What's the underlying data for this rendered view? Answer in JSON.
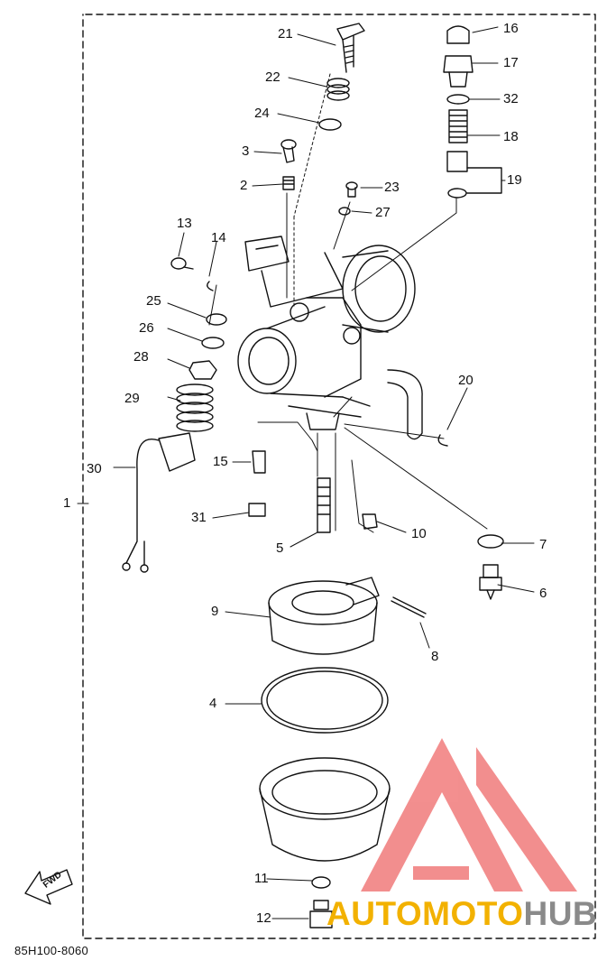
{
  "diagram": {
    "part_numbers": {
      "p1": "1",
      "p2": "2",
      "p3": "3",
      "p4": "4",
      "p5": "5",
      "p6": "6",
      "p7": "7",
      "p8": "8",
      "p9": "9",
      "p10": "10",
      "p11": "11",
      "p12": "12",
      "p13": "13",
      "p14": "14",
      "p15": "15",
      "p16": "16",
      "p17": "17",
      "p18": "18",
      "p19": "19",
      "p20": "20",
      "p21": "21",
      "p22": "22",
      "p23": "23",
      "p24": "24",
      "p25": "25",
      "p26": "26",
      "p27": "27",
      "p28": "28",
      "p29": "29",
      "p30": "30",
      "p31": "31",
      "p32": "32"
    },
    "drawing_code": "85H100-8060",
    "fwd_label": "FWD"
  },
  "watermark": {
    "brand_part1": "AUTOMOTO",
    "brand_part2": "HUB",
    "colors": {
      "triangle": "#e84a4a",
      "brand_yellow": "#f2b100",
      "brand_gray": "#8a8a8a"
    }
  }
}
